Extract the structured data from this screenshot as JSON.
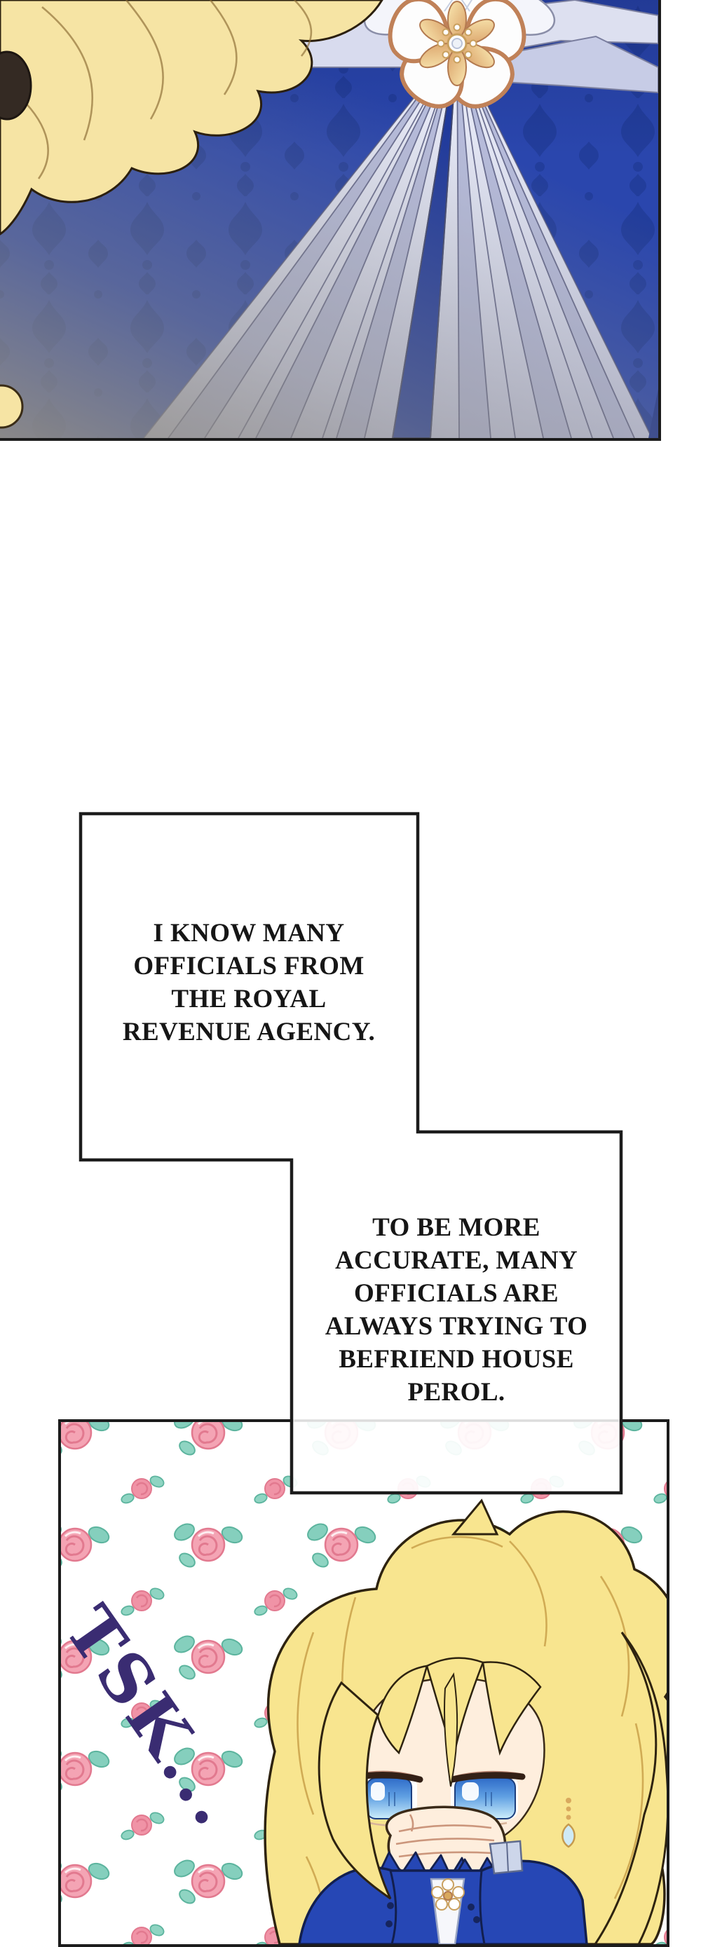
{
  "page": {
    "kind": "webtoon-episode-page",
    "background": "#ffffff"
  },
  "bubbles": [
    {
      "text": "I KNOW MANY\nOFFICIALS FROM\nTHE ROYAL\nREVENUE AGENCY."
    },
    {
      "text": "TO BE MORE\nACCURATE, MANY\nOFFICIALS ARE\nALWAYS TRYING TO\nBEFRIEND HOUSE\nPEROL."
    }
  ],
  "sfx": {
    "tsk": "TSK..."
  },
  "colors": {
    "panel_border": "#1c1c1c",
    "dress_blue": "#2a46ad",
    "damask_blue_dark": "#1b348c",
    "sash_light": "#e9ebf6",
    "sash_shadow": "#aab0d4",
    "hair_blonde": "#f6e4a4",
    "brooch_gold": "#d99f66",
    "rose_pink": "#f2a0b2",
    "leaf_green": "#82cfbc",
    "sfx_ink": "#3a2c72",
    "girl_dress_blue": "#2647b5",
    "girl_eye_blue": "#2f6cc9",
    "skin": "#feeedd"
  }
}
